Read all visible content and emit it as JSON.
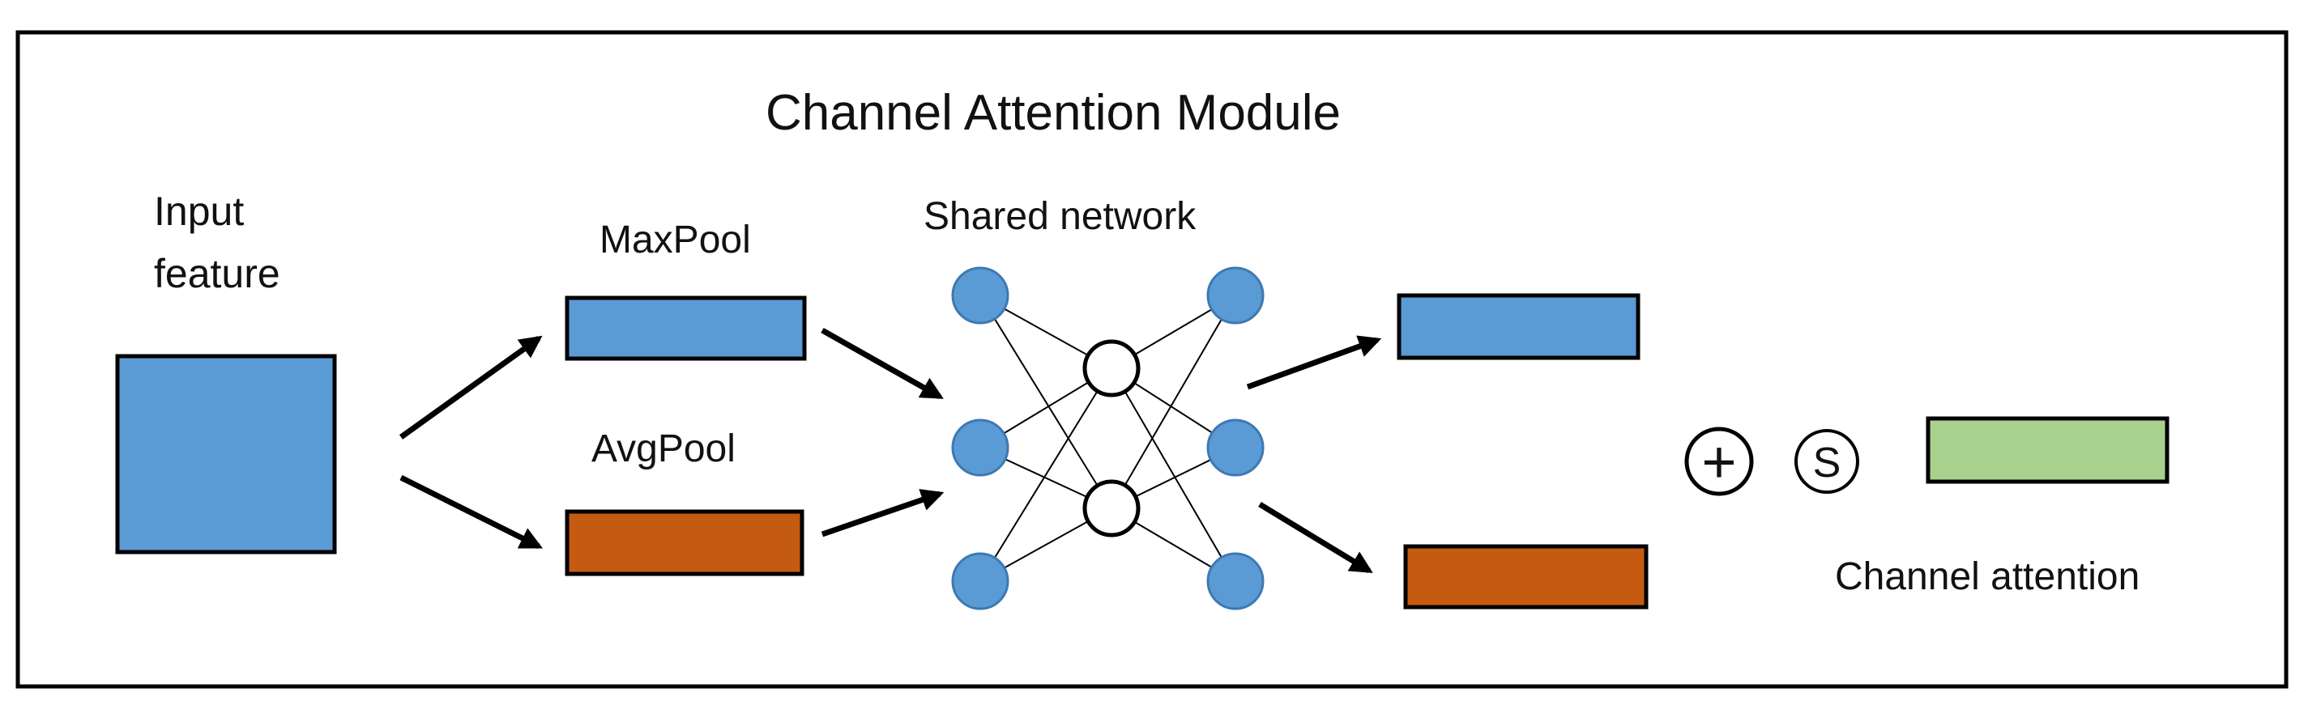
{
  "title": "Channel Attention Module",
  "input_label_line1": "Input",
  "input_label_line2": "feature",
  "maxpool_label": "MaxPool",
  "avgpool_label": "AvgPool",
  "shared_network_label": "Shared network",
  "sigmoid_symbol": "S",
  "output_label": "Channel attention",
  "add_symbol": "+",
  "colors": {
    "blue": "#5b9bd5",
    "orange": "#c55a11",
    "green": "#a9d18e",
    "stroke": "#000000",
    "background": "#ffffff"
  },
  "shared_network_layers": [
    3,
    2,
    3
  ]
}
